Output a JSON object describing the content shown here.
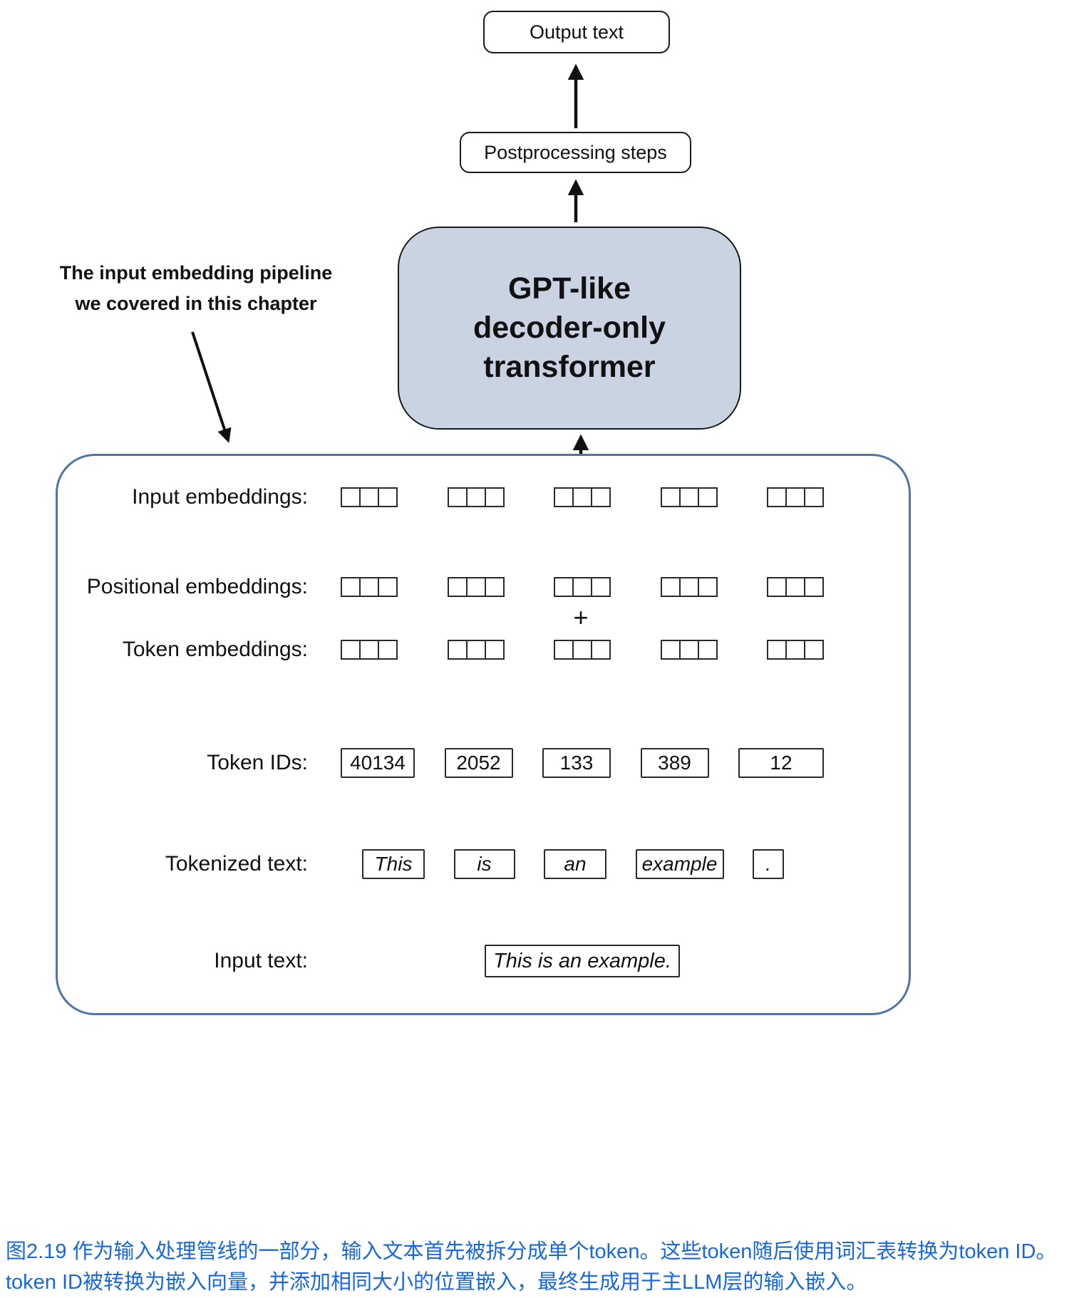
{
  "flow": {
    "output_box": "Output text",
    "postprocessing_box": "Postprocessing steps",
    "gpt_box": {
      "lines": [
        "GPT-like",
        "decoder-only",
        "transformer"
      ]
    }
  },
  "annotation": {
    "lines": [
      "The input embedding pipeline",
      "we covered in this chapter"
    ]
  },
  "pipeline": {
    "labels": {
      "input_embeddings": "Input embeddings:",
      "positional_embeddings": "Positional embeddings:",
      "token_embeddings": "Token embeddings:",
      "token_ids": "Token IDs:",
      "tokenized_text": "Tokenized text:",
      "input_text": "Input text:"
    },
    "plus_sign": "+",
    "embedding_groups": 5,
    "cells_per_group": 3,
    "token_ids": [
      "40134",
      "2052",
      "133",
      "389",
      "12"
    ],
    "tokens": [
      "This",
      "is",
      "an",
      "example",
      "."
    ],
    "input_text_value": "This is an example."
  },
  "caption": {
    "text": "图2.19 作为输入处理管线的一部分，输入文本首先被拆分成单个token。这些token随后使用词汇表转换为token ID。token ID被转换为嵌入向量，并添加相同大小的位置嵌入，最终生成用于主LLM层的输入嵌入。"
  },
  "colors": {
    "gpt_box_fill": "#c9d3e1",
    "pipeline_border": "#4e74aa",
    "caption_blue": "#1767e0",
    "arrow": "#111111"
  }
}
